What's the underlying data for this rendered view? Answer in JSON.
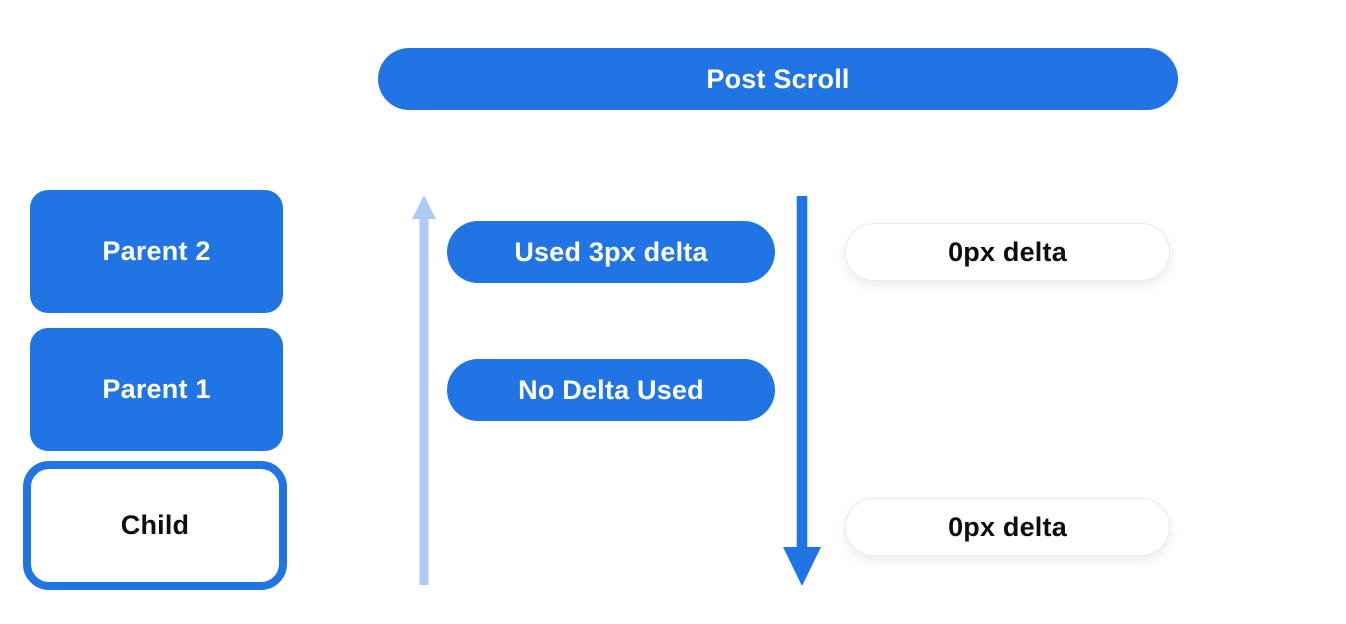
{
  "title": "Post Scroll",
  "colors": {
    "primary_blue": "#2174e4",
    "light_blue": "#aecbf6",
    "pill_white": "#ffffff",
    "pill_border": "#ececec",
    "text_white": "#ffffff",
    "text_dark": "#0d0d0d"
  },
  "header": {
    "label": "Post Scroll"
  },
  "widget_tree": {
    "boxes": [
      {
        "label": "Parent 2",
        "variant": "filled"
      },
      {
        "label": "Parent 1",
        "variant": "filled"
      },
      {
        "label": "Child",
        "variant": "outlined"
      }
    ]
  },
  "scroll_results": {
    "consumed": [
      {
        "label": "Used 3px delta"
      },
      {
        "label": "No Delta Used"
      }
    ],
    "unconsumed": [
      {
        "label": "0px delta"
      },
      {
        "label": "0px delta"
      }
    ]
  },
  "arrows": [
    {
      "name": "upward-scroll-arrow",
      "direction": "up",
      "color": "#aecbf6"
    },
    {
      "name": "downward-scroll-arrow",
      "direction": "down",
      "color": "#2174e4"
    }
  ]
}
